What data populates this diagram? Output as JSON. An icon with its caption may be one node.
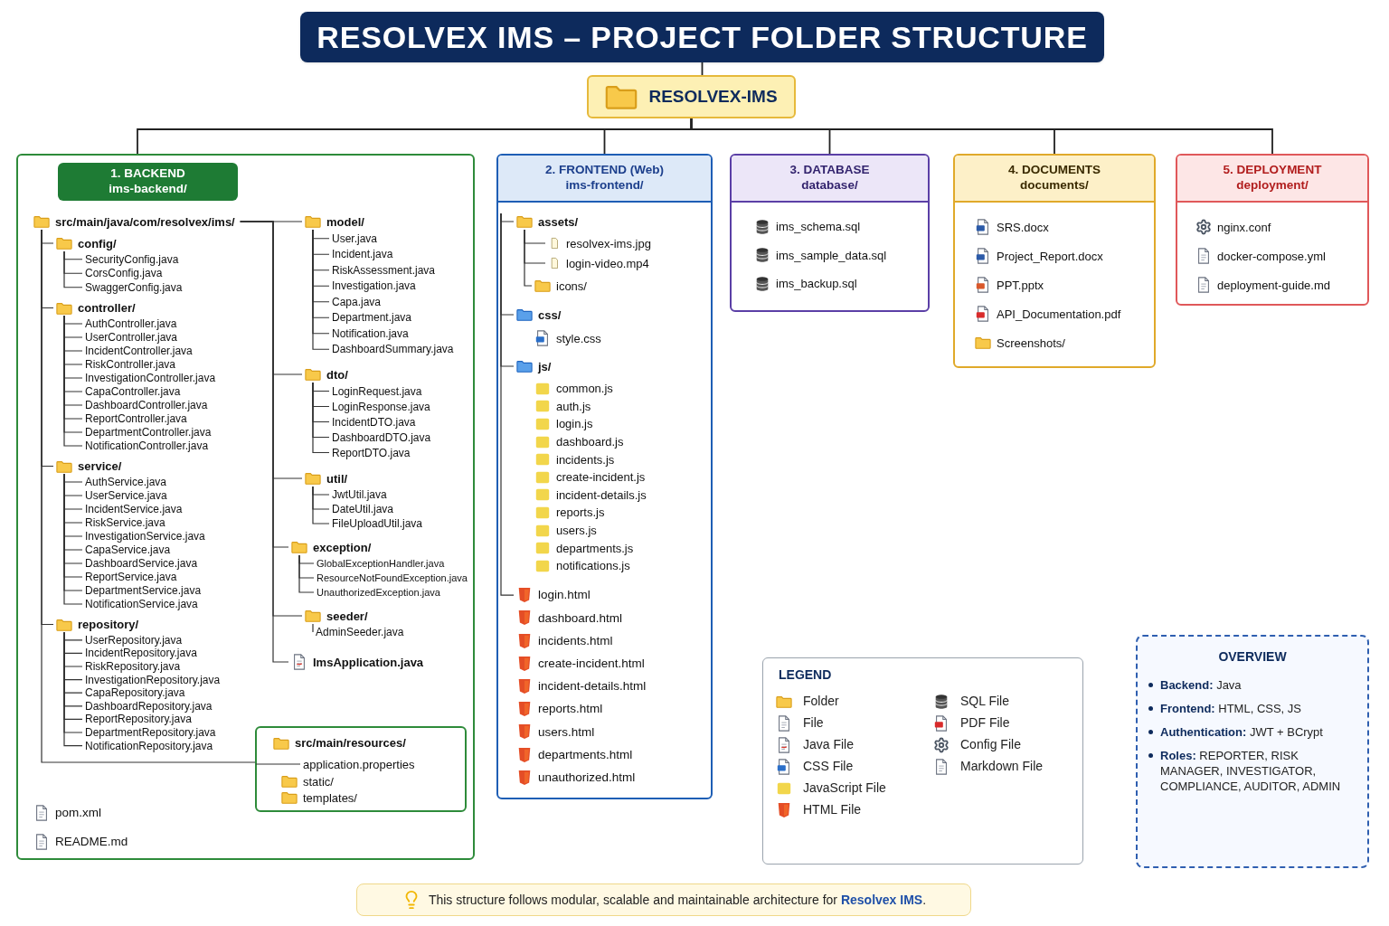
{
  "diagram": {
    "nodes": [
      {
        "text": [
          "RESOLVEX IMS – PROJECT FOLDER STRUCTURE"
        ]
      },
      {
        "text": [
          "RESOLVEX-IMS"
        ]
      },
      {
        "text": [
          "1. BACKEND",
          "ims-backend/"
        ]
      },
      {
        "text": [
          "2. FRONTEND (Web)",
          "ims-frontend/"
        ]
      },
      {
        "text": [
          "3. DATABASE",
          "database/"
        ]
      },
      {
        "text": [
          "4. DOCUMENTS",
          "documents/"
        ]
      },
      {
        "text": [
          "5. DEPLOYMENT",
          "deployment/"
        ]
      },
      {
        "text": [
          "src/main/java/com/resolvex/ims/"
        ],
        "in": 2
      },
      {
        "text": [
          "config/"
        ],
        "in": 2
      },
      {
        "text": [
          "SecurityConfig.java"
        ],
        "in": 2
      },
      {
        "text": [
          "CorsConfig.java"
        ],
        "in": 2
      },
      {
        "text": [
          "SwaggerConfig.java"
        ],
        "in": 2
      },
      {
        "text": [
          "controller/"
        ],
        "in": 2
      },
      {
        "text": [
          "AuthController.java"
        ],
        "in": 2
      },
      {
        "text": [
          "UserController.java"
        ],
        "in": 2
      },
      {
        "text": [
          "IncidentController.java"
        ],
        "in": 2
      },
      {
        "text": [
          "RiskController.java"
        ],
        "in": 2
      },
      {
        "text": [
          "InvestigationController.java"
        ],
        "in": 2
      },
      {
        "text": [
          "CapaController.java"
        ],
        "in": 2
      },
      {
        "text": [
          "DashboardController.java"
        ],
        "in": 2
      },
      {
        "text": [
          "ReportController.java"
        ],
        "in": 2
      },
      {
        "text": [
          "DepartmentController.java"
        ],
        "in": 2
      },
      {
        "text": [
          "NotificationController.java"
        ],
        "in": 2
      },
      {
        "text": [
          "service/"
        ],
        "in": 2
      },
      {
        "text": [
          "AuthService.java"
        ],
        "in": 2
      },
      {
        "text": [
          "UserService.java"
        ],
        "in": 2
      },
      {
        "text": [
          "IncidentService.java"
        ],
        "in": 2
      },
      {
        "text": [
          "RiskService.java"
        ],
        "in": 2
      },
      {
        "text": [
          "InvestigationService.java"
        ],
        "in": 2
      },
      {
        "text": [
          "CapaService.java"
        ],
        "in": 2
      },
      {
        "text": [
          "DashboardService.java"
        ],
        "in": 2
      },
      {
        "text": [
          "ReportService.java"
        ],
        "in": 2
      },
      {
        "text": [
          "DepartmentService.java"
        ],
        "in": 2
      },
      {
        "text": [
          "NotificationService.java"
        ],
        "in": 2
      },
      {
        "text": [
          "repository/"
        ],
        "in": 2
      },
      {
        "text": [
          "UserRepository.java"
        ],
        "in": 2
      },
      {
        "text": [
          "IncidentRepository.java"
        ],
        "in": 2
      },
      {
        "text": [
          "RiskRepository.java"
        ],
        "in": 2
      },
      {
        "text": [
          "InvestigationRepository.java"
        ],
        "in": 2
      },
      {
        "text": [
          "CapaRepository.java"
        ],
        "in": 2
      },
      {
        "text": [
          "DashboardRepository.java"
        ],
        "in": 2
      },
      {
        "text": [
          "ReportRepository.java"
        ],
        "in": 2
      },
      {
        "text": [
          "DepartmentRepository.java"
        ],
        "in": 2
      },
      {
        "text": [
          "NotificationRepository.java"
        ],
        "in": 2
      },
      {
        "text": [
          "model/"
        ],
        "in": 2
      },
      {
        "text": [
          "User.java"
        ],
        "in": 2
      },
      {
        "text": [
          "Incident.java"
        ],
        "in": 2
      },
      {
        "text": [
          "RiskAssessment.java"
        ],
        "in": 2
      },
      {
        "text": [
          "Investigation.java"
        ],
        "in": 2
      },
      {
        "text": [
          "Capa.java"
        ],
        "in": 2
      },
      {
        "text": [
          "Department.java"
        ],
        "in": 2
      },
      {
        "text": [
          "Notification.java"
        ],
        "in": 2
      },
      {
        "text": [
          "DashboardSummary.java"
        ],
        "in": 2
      },
      {
        "text": [
          "dto/"
        ],
        "in": 2
      },
      {
        "text": [
          "LoginRequest.java"
        ],
        "in": 2
      },
      {
        "text": [
          "LoginResponse.java"
        ],
        "in": 2
      },
      {
        "text": [
          "IncidentDTO.java"
        ],
        "in": 2
      },
      {
        "text": [
          "DashboardDTO.java"
        ],
        "in": 2
      },
      {
        "text": [
          "ReportDTO.java"
        ],
        "in": 2
      },
      {
        "text": [
          "util/"
        ],
        "in": 2
      },
      {
        "text": [
          "JwtUtil.java"
        ],
        "in": 2
      },
      {
        "text": [
          "DateUtil.java"
        ],
        "in": 2
      },
      {
        "text": [
          "FileUploadUtil.java"
        ],
        "in": 2
      },
      {
        "text": [
          "exception/"
        ],
        "in": 2
      },
      {
        "text": [
          "GlobalExceptionHandler.java"
        ],
        "in": 2
      },
      {
        "text": [
          "ResourceNotFoundException.java"
        ],
        "in": 2
      },
      {
        "text": [
          "UnauthorizedException.java"
        ],
        "in": 2
      },
      {
        "text": [
          "seeder/"
        ],
        "in": 2
      },
      {
        "text": [
          "AdminSeeder.java"
        ],
        "in": 2
      },
      {
        "text": [
          "ImsApplication.java"
        ],
        "in": 2
      },
      {
        "text": [
          "src/main/resources/"
        ],
        "in": 2
      },
      {
        "text": [
          "application.properties"
        ],
        "in": 70
      },
      {
        "text": [
          "static/"
        ],
        "in": 70
      },
      {
        "text": [
          "templates/"
        ],
        "in": 70
      },
      {
        "text": [
          "pom.xml"
        ],
        "in": 2
      },
      {
        "text": [
          "README.md"
        ],
        "in": 2
      },
      {
        "text": [
          "assets/"
        ],
        "in": 3
      },
      {
        "text": [
          "resolvex-ims.jpg"
        ],
        "in": 3
      },
      {
        "text": [
          "login-video.mp4"
        ],
        "in": 3
      },
      {
        "text": [
          "icons/"
        ],
        "in": 3
      },
      {
        "text": [
          "css/"
        ],
        "in": 3
      },
      {
        "text": [
          "style.css"
        ],
        "in": 3
      },
      {
        "text": [
          "js/"
        ],
        "in": 3
      },
      {
        "text": [
          "common.js"
        ],
        "in": 3
      },
      {
        "text": [
          "auth.js"
        ],
        "in": 3
      },
      {
        "text": [
          "login.js"
        ],
        "in": 3
      },
      {
        "text": [
          "dashboard.js"
        ],
        "in": 3
      },
      {
        "text": [
          "incidents.js"
        ],
        "in": 3
      },
      {
        "text": [
          "create-incident.js"
        ],
        "in": 3
      },
      {
        "text": [
          "incident-details.js"
        ],
        "in": 3
      },
      {
        "text": [
          "reports.js"
        ],
        "in": 3
      },
      {
        "text": [
          "users.js"
        ],
        "in": 3
      },
      {
        "text": [
          "departments.js"
        ],
        "in": 3
      },
      {
        "text": [
          "notifications.js"
        ],
        "in": 3
      },
      {
        "text": [
          "login.html"
        ],
        "in": 3
      },
      {
        "text": [
          "dashboard.html"
        ],
        "in": 3
      },
      {
        "text": [
          "incidents.html"
        ],
        "in": 3
      },
      {
        "text": [
          "create-incident.html"
        ],
        "in": 3
      },
      {
        "text": [
          "incident-details.html"
        ],
        "in": 3
      },
      {
        "text": [
          "reports.html"
        ],
        "in": 3
      },
      {
        "text": [
          "users.html"
        ],
        "in": 3
      },
      {
        "text": [
          "departments.html"
        ],
        "in": 3
      },
      {
        "text": [
          "unauthorized.html"
        ],
        "in": 3
      },
      {
        "text": [
          "ims_schema.sql"
        ],
        "in": 4
      },
      {
        "text": [
          "ims_sample_data.sql"
        ],
        "in": 4
      },
      {
        "text": [
          "ims_backup.sql"
        ],
        "in": 4
      },
      {
        "text": [
          "SRS.docx"
        ],
        "in": 5
      },
      {
        "text": [
          "Project_Report.docx"
        ],
        "in": 5
      },
      {
        "text": [
          "PPT.pptx"
        ],
        "in": 5
      },
      {
        "text": [
          "API_Documentation.pdf"
        ],
        "in": 5
      },
      {
        "text": [
          "Screenshots/"
        ],
        "in": 5
      },
      {
        "text": [
          "nginx.conf"
        ],
        "in": 6
      },
      {
        "text": [
          "docker-compose.yml"
        ],
        "in": 6
      },
      {
        "text": [
          "deployment-guide.md"
        ],
        "in": 6
      },
      {
        "text": [
          "OVERVIEW",
          "**Backend:** Java",
          "**Frontend:** HTML, CSS, JS",
          "**Authentication:** JWT + BCrypt",
          "**Roles:** REPORTER, RISK MANAGER, INVESTIGATOR, COMPLIANCE, AUDITOR, ADMIN"
        ]
      },
      {
        "text": [
          "This structure follows modular, scalable and maintainable architecture for **Resolvex IMS**."
        ]
      }
    ],
    "edges": [
      {
        "from": 0,
        "to": 1,
        "arrow": "none"
      },
      {
        "from": 1,
        "to": 2,
        "arrow": "none"
      },
      {
        "from": 1,
        "to": 3,
        "arrow": "none"
      },
      {
        "from": 1,
        "to": 4,
        "arrow": "none"
      },
      {
        "from": 1,
        "to": 5,
        "arrow": "none"
      },
      {
        "from": 1,
        "to": 6,
        "arrow": "none"
      },
      {
        "from": 7,
        "to": 8,
        "arrow": "none"
      },
      {
        "from": 7,
        "to": 12,
        "arrow": "none"
      },
      {
        "from": 7,
        "to": 23,
        "arrow": "none"
      },
      {
        "from": 7,
        "to": 34,
        "arrow": "none"
      },
      {
        "from": 7,
        "to": 70,
        "arrow": "none"
      },
      {
        "from": 7,
        "to": 44,
        "arrow": "none"
      },
      {
        "from": 7,
        "to": 53,
        "arrow": "none"
      },
      {
        "from": 7,
        "to": 59,
        "arrow": "none"
      },
      {
        "from": 7,
        "to": 63,
        "arrow": "none"
      },
      {
        "from": 7,
        "to": 67,
        "arrow": "none"
      },
      {
        "from": 7,
        "to": 69,
        "arrow": "none"
      },
      {
        "from": 8,
        "to": 9,
        "arrow": "none"
      },
      {
        "from": 8,
        "to": 10,
        "arrow": "none"
      },
      {
        "from": 8,
        "to": 11,
        "arrow": "none"
      },
      {
        "from": 12,
        "to": 13,
        "arrow": "none"
      },
      {
        "from": 12,
        "to": 14,
        "arrow": "none"
      },
      {
        "from": 12,
        "to": 15,
        "arrow": "none"
      },
      {
        "from": 12,
        "to": 16,
        "arrow": "none"
      },
      {
        "from": 12,
        "to": 17,
        "arrow": "none"
      },
      {
        "from": 12,
        "to": 18,
        "arrow": "none"
      },
      {
        "from": 12,
        "to": 19,
        "arrow": "none"
      },
      {
        "from": 12,
        "to": 20,
        "arrow": "none"
      },
      {
        "from": 12,
        "to": 21,
        "arrow": "none"
      },
      {
        "from": 12,
        "to": 22,
        "arrow": "none"
      },
      {
        "from": 23,
        "to": 24,
        "arrow": "none"
      },
      {
        "from": 23,
        "to": 25,
        "arrow": "none"
      },
      {
        "from": 23,
        "to": 26,
        "arrow": "none"
      },
      {
        "from": 23,
        "to": 27,
        "arrow": "none"
      },
      {
        "from": 23,
        "to": 28,
        "arrow": "none"
      },
      {
        "from": 23,
        "to": 29,
        "arrow": "none"
      },
      {
        "from": 23,
        "to": 30,
        "arrow": "none"
      },
      {
        "from": 23,
        "to": 31,
        "arrow": "none"
      },
      {
        "from": 23,
        "to": 32,
        "arrow": "none"
      },
      {
        "from": 23,
        "to": 33,
        "arrow": "none"
      },
      {
        "from": 34,
        "to": 35,
        "arrow": "none"
      },
      {
        "from": 34,
        "to": 36,
        "arrow": "none"
      },
      {
        "from": 34,
        "to": 37,
        "arrow": "none"
      },
      {
        "from": 34,
        "to": 38,
        "arrow": "none"
      },
      {
        "from": 34,
        "to": 39,
        "arrow": "none"
      },
      {
        "from": 34,
        "to": 40,
        "arrow": "none"
      },
      {
        "from": 34,
        "to": 41,
        "arrow": "none"
      },
      {
        "from": 34,
        "to": 42,
        "arrow": "none"
      },
      {
        "from": 34,
        "to": 43,
        "arrow": "none"
      },
      {
        "from": 44,
        "to": 45,
        "arrow": "none"
      },
      {
        "from": 44,
        "to": 46,
        "arrow": "none"
      },
      {
        "from": 44,
        "to": 47,
        "arrow": "none"
      },
      {
        "from": 44,
        "to": 48,
        "arrow": "none"
      },
      {
        "from": 44,
        "to": 49,
        "arrow": "none"
      },
      {
        "from": 44,
        "to": 50,
        "arrow": "none"
      },
      {
        "from": 44,
        "to": 51,
        "arrow": "none"
      },
      {
        "from": 44,
        "to": 52,
        "arrow": "none"
      },
      {
        "from": 53,
        "to": 54,
        "arrow": "none"
      },
      {
        "from": 53,
        "to": 55,
        "arrow": "none"
      },
      {
        "from": 53,
        "to": 56,
        "arrow": "none"
      },
      {
        "from": 53,
        "to": 57,
        "arrow": "none"
      },
      {
        "from": 53,
        "to": 58,
        "arrow": "none"
      },
      {
        "from": 59,
        "to": 60,
        "arrow": "none"
      },
      {
        "from": 59,
        "to": 61,
        "arrow": "none"
      },
      {
        "from": 59,
        "to": 62,
        "arrow": "none"
      },
      {
        "from": 63,
        "to": 64,
        "arrow": "none"
      },
      {
        "from": 63,
        "to": 65,
        "arrow": "none"
      },
      {
        "from": 63,
        "to": 66,
        "arrow": "none"
      },
      {
        "from": 67,
        "to": 68,
        "arrow": "none"
      },
      {
        "from": 70,
        "to": 71,
        "arrow": "none"
      },
      {
        "from": null,
        "to": 76,
        "arrow": "none"
      },
      {
        "from": null,
        "to": 80,
        "arrow": "none"
      },
      {
        "from": null,
        "to": 82,
        "arrow": "none"
      },
      {
        "from": null,
        "to": 94,
        "arrow": "none"
      },
      {
        "from": 76,
        "to": 77,
        "arrow": "none"
      },
      {
        "from": 76,
        "to": 78,
        "arrow": "none"
      },
      {
        "from": 76,
        "to": 79,
        "arrow": "none"
      }
    ],
    "labels": [
      "LEGEND"
    ],
    "legend": [
      {
        "text": "Folder"
      },
      {
        "text": "File"
      },
      {
        "text": "Java File"
      },
      {
        "text": "CSS File"
      },
      {
        "text": "JavaScript File"
      },
      {
        "text": "HTML File"
      },
      {
        "text": "SQL File"
      },
      {
        "text": "PDF File"
      },
      {
        "text": "Config File"
      },
      {
        "text": "Markdown File"
      }
    ]
  }
}
